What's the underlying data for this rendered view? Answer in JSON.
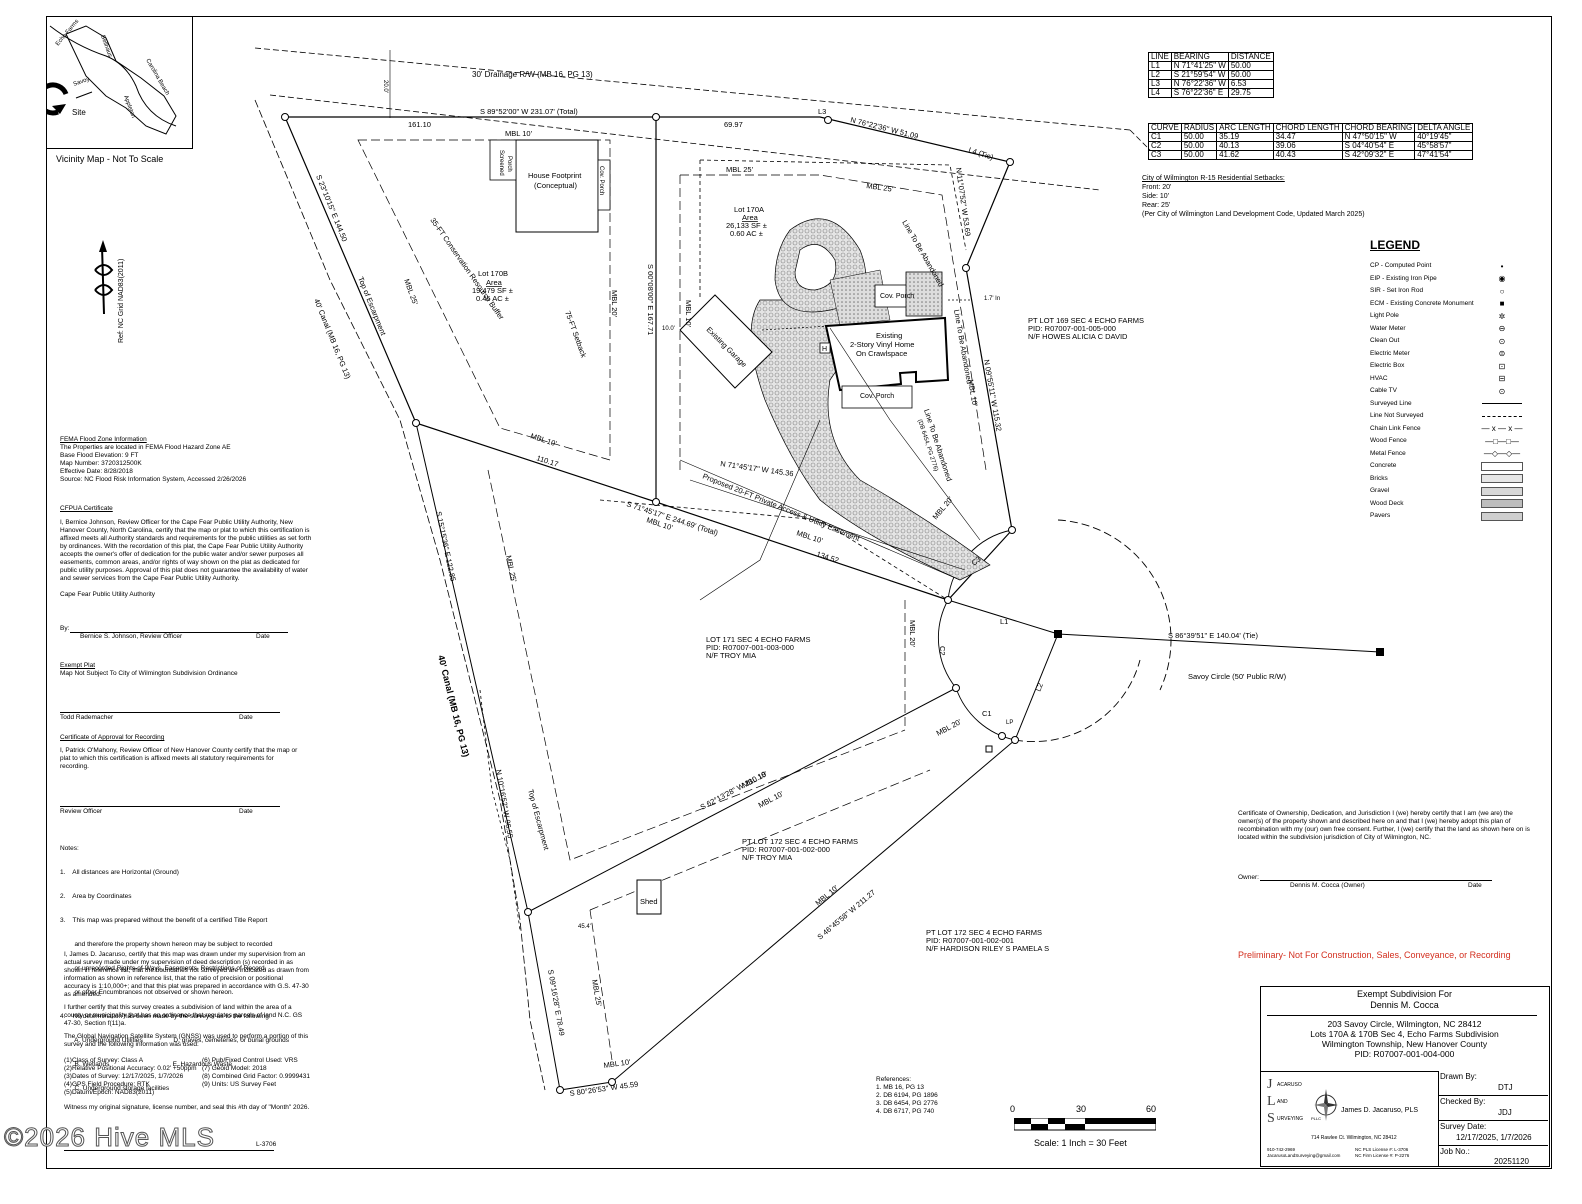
{
  "vicinity_map": {
    "title": "Vicinity Map - Not To Scale",
    "roads": [
      "Echo Farms",
      "Bellhaus",
      "Carolina Beach",
      "Appleton",
      "Savoy"
    ],
    "site_label": "Site"
  },
  "north_arrow_label": "Ref: NC Grid NAD83(2011)",
  "line_table": {
    "headers": [
      "LINE",
      "BEARING",
      "DISTANCE"
    ],
    "rows": [
      [
        "L1",
        "N 71°41'25\" W",
        "50.00"
      ],
      [
        "L2",
        "S 21°59'54\" W",
        "50.00"
      ],
      [
        "L3",
        "N 76°22'36\" W",
        "6.53"
      ],
      [
        "L4",
        "S 76°22'36\" E",
        "29.75"
      ]
    ]
  },
  "curve_table": {
    "headers": [
      "CURVE",
      "RADIUS",
      "ARC LENGTH",
      "CHORD LENGTH",
      "CHORD BEARING",
      "DELTA ANGLE"
    ],
    "rows": [
      [
        "C1",
        "50.00",
        "35.19",
        "34.47",
        "N 47°50'15\" W",
        "40°19'45\""
      ],
      [
        "C2",
        "50.00",
        "40.13",
        "39.06",
        "S 04°40'54\" E",
        "45°58'57\""
      ],
      [
        "C3",
        "50.00",
        "41.62",
        "40.43",
        "S 42°09'32\" E",
        "47°41'54\""
      ]
    ]
  },
  "setbacks": {
    "title": "City of Wilmington R-15 Residential Setbacks:",
    "lines": [
      "Front: 20'",
      "Side: 10'",
      "Rear: 25'",
      "(Per City of Wilmington Land Development Code, Updated March 2025)"
    ]
  },
  "legend": {
    "title": "LEGEND",
    "items": [
      {
        "label": "CP - Computed Point",
        "symbol": "•"
      },
      {
        "label": "EIP - Existing Iron Pipe",
        "symbol": "◉"
      },
      {
        "label": "SIR - Set Iron Rod",
        "symbol": "○"
      },
      {
        "label": "ECM - Existing Concrete Monument",
        "symbol": "■"
      },
      {
        "label": "Light Pole",
        "symbol": "✲"
      },
      {
        "label": "Water Meter",
        "symbol": "⊖"
      },
      {
        "label": "Clean Out",
        "symbol": "⊙"
      },
      {
        "label": "Electric Meter",
        "symbol": "⊜"
      },
      {
        "label": "Electric Box",
        "symbol": "⊡"
      },
      {
        "label": "HVAC",
        "symbol": "⊟"
      },
      {
        "label": "Cable TV",
        "symbol": "⊙"
      },
      {
        "label": "Surveyed Line",
        "symbol": "line"
      },
      {
        "label": "Line Not Surveyed",
        "symbol": "dash"
      },
      {
        "label": "Chain Link Fence",
        "symbol": "— x — x —"
      },
      {
        "label": "Wood Fence",
        "symbol": "—□—□—"
      },
      {
        "label": "Metal Fence",
        "symbol": "—◇—◇—"
      },
      {
        "label": "Concrete",
        "symbol": "swatch"
      },
      {
        "label": "Bricks",
        "symbol": "swatch"
      },
      {
        "label": "Gravel",
        "symbol": "swatch"
      },
      {
        "label": "Wood Deck",
        "symbol": "swatch"
      },
      {
        "label": "Pavers",
        "symbol": "swatch"
      }
    ]
  },
  "fema": {
    "title": "FEMA Flood Zone Information",
    "lines": [
      "The Properties are located in FEMA Flood Hazard Zone AE",
      "Base Flood Elevation: 9 FT",
      "Map Number: 3720312500K",
      "Effective Date: 8/28/2018",
      "Source: NC Flood Risk Information System, Accessed 2/26/2026"
    ]
  },
  "cfpua": {
    "title": "CFPUA Certificate",
    "body": "I, Bernice Johnson, Review Officer for the Cape Fear Public Utility Authority, New Hanover County, North Carolina, certify that the map or plat to which this certification is affixed meets all Authority standards and requirements for the public utilities as set forth by ordinances. With the recordation of this plat, the Cape Fear Public Utility Authority accepts the owner's offer of dedication for the public water and/or sewer purposes all easements, common areas, and/or rights of way shown on the plat as dedicated for public utility purposes. Approval of this plat does not guarantee the availability of water and sewer services from the Cape Fear Public Utility Authority.",
    "org": "Cape Fear Public Utility Authority",
    "by_label": "By:",
    "signer": "Bernice S. Johnson, Review Officer",
    "date_label": "Date"
  },
  "exempt_plat": {
    "title": "Exempt Plat",
    "body": "Map Not Subject To City of Wilmington Subdivision Ordinance",
    "signer": "Todd Rademacher",
    "date_label": "Date"
  },
  "recording_cert": {
    "title": "Certificate of Approval for Recording",
    "body": "I, Patrick O'Mahony, Review Officer of New Hanover County certify that the map or plat to which this certification is affixed meets all statutory requirements for recording.",
    "signer": "Review Officer",
    "date_label": "Date"
  },
  "notes": {
    "title": "Notes:",
    "lines": [
      "1.    All distances are Horizontal (Ground)",
      "2.    Area by Coordinates",
      "3.    This map was prepared without the benefit of a certified Title Report",
      "        and therefore the property shown hereon may be subject to recorded",
      "        or unrecorded Rights-of-Ways, Easements, Restrictions of Record,",
      "        or other Encumbrances not observed or shown hereon.",
      "4.    No determination has been made by the surveyor as to the following:",
      "        A. Underground Utilities                 D. graves, cemeteries, or burial grounds",
      "        B. Wetlands                                   E. Hazardous Waste",
      "        C. Underground storage facilities"
    ]
  },
  "surveyor_cert": {
    "p1": "I, James D. Jacaruso, certify that this map was drawn under my supervision from an actual survey made under my supervision of deed description (s) recorded in as shown in reference list, that the boundaries not surveyed are indicated as drawn from information as shown in reference list, that the ratio of precision or positional accuracy is 1:10,000+; and that this plat was prepared in accordance with G.S. 47-30 as amended.",
    "p2": "I further certify that this survey creates a subdivision of land within the area of a county or municipality that has an ordinance that regulates parcels of land N.C. GS 47-30, Section f(11)a.",
    "p3": "The Global Navigation Satellite System (GNSS) was used to perform a portion of this survey and the following information was used:",
    "gnss_left": [
      "(1)Class of Survey: Class A",
      "(2)Relative Positional Accuracy: 0.02' +50ppm",
      "(3)Dates of Survey: 12/17/2025, 1/7/2026",
      "(4)GPS Field Procedure: RTK",
      "(5)Datum/Epoch: NAD83(2011)"
    ],
    "gnss_right": [
      "(6) Pub/Fixed Control Used: VRS",
      "(7) Geoid Model: 2018",
      "(8) Combined Grid Factor: 0.9999431",
      "(9) Units: US Survey Feet"
    ],
    "witness": "Witness my original signature, license number, and seal this #th day of \"Month\" 2026.",
    "license_tail": "L-3706"
  },
  "references": {
    "title": "References:",
    "lines": [
      "1.     MB 16, PG 13",
      "2.     DB 6194, PG 1896",
      "3.     DB 6454, PG 2776",
      "4.     DB 6717, PG 740"
    ]
  },
  "scale_bar": {
    "ticks": [
      "0",
      "30",
      "60"
    ],
    "label": "Scale: 1 Inch = 30 Feet"
  },
  "owner_cert": {
    "body": "Certificate of Ownership, Dedication, and Jurisdiction I (we) hereby certify that I am (we are) the owner(s) of the property shown and described here on and that I (we) hereby adopt this plan of recombination with my (our) own free consent. Further, I (we) certify that the land as shown here on is located within the subdivision jurisdiction of City of Wilmington, NC.",
    "owner_label": "Owner:",
    "owner_name": "Dennis M. Cocca (Owner)",
    "date_label": "Date"
  },
  "preliminary_note": "Preliminary- Not For Construction, Sales, Conveyance, or Recording",
  "title_block": {
    "title1": "Exempt Subdivision For",
    "title2": "Dennis M. Cocca",
    "lines": [
      "203 Savoy Circle, Wilmington, NC 28412",
      "Lots 170A & 170B Sec 4, Echo Farms Subdivision",
      "Wilmington Township, New Hanover County",
      "PID: R07007-001-004-000"
    ],
    "company_letters": [
      "J",
      "L",
      "S"
    ],
    "company_words": [
      "ACARUSO",
      "AND",
      "URVEYING"
    ],
    "company_suffix": "PLLC",
    "surveyor": "James D. Jacaruso, PLS",
    "address": "714 Rawlee Ct. Wilmington, NC 28412",
    "phone": "910-742-2969",
    "email": "JacarusoLandSurveying@gmail.com",
    "pls_license": "NC PLS License #: L-3706",
    "firm_license": "NC Firm License #: P-2276",
    "drawn_by_label": "Drawn By:",
    "drawn_by": "DTJ",
    "checked_by_label": "Checked By:",
    "checked_by": "JDJ",
    "survey_date_label": "Survey Date:",
    "survey_date": "12/17/2025, 1/7/2026",
    "job_no_label": "Job No.:",
    "job_no": "20251120"
  },
  "watermark": "©2026 Hive MLS",
  "plan": {
    "drainage_row": "30' Drainage R/W (MB 16, PG 13)",
    "top_bearing": "S 89°52'00\" W  231.07' (Total)",
    "d_161": "161.10",
    "d_6997": "69.97",
    "l3": "L3",
    "n76": "N 76°22'36\" W   51.09",
    "l4": "L4 (Tie)",
    "n1107": "N 11°07'52\" W   53.69",
    "mbl10": "MBL 10'",
    "mbl20": "MBL 20'",
    "mbl25": "MBL 25'",
    "house_fp": "House Footprint",
    "conceptual": "(Conceptual)",
    "screened": "Screened",
    "porch": "Porch",
    "cov_porch": "Cov. Porch",
    "lot170b": "Lot 170B",
    "area": "Area",
    "a170b_sf": "19,479 SF ±",
    "a170b_ac": "0.45 AC ±",
    "lot170a": "Lot 170A",
    "a170a_sf": "26,133 SF ±",
    "a170a_ac": "0.60 AC ±",
    "cons_buffer": "35-FT Conservation Resource Buffer",
    "setback75": "75-FT Setback",
    "s0008": "S 00°08'00\" E  167.71",
    "existing_garage": "Existing Garage",
    "home1": "Existing",
    "home2": "2-Story Vinyl Home",
    "home3": "On Crawlspace",
    "line_abandoned": "Line To Be Abandoned",
    "pt169_1": "PT LOT 169 SEC 4 ECHO FARMS",
    "pt169_2": "PID: R07007-001-005-000",
    "pt169_3": "N/F HOWES ALICIA C DAVID",
    "n0955": "N 09°55'11\" W   115.32",
    "d17": "1.7' In",
    "db_ref": "(DB 6454, PG 2776)",
    "n7145": "N 71°45'17\" W   145.36",
    "easement": "Proposed 20-FT Private Access & Utility Easement",
    "s7145": "S 71°45'17\" E   244.69' (Total)",
    "d11017": "110.17",
    "d13452": "134.52",
    "s2310": "S 23°10'15\" E   144.50",
    "top_escarp": "Top of Escarpment",
    "canal": "40' Canal (MB 16, PG 13)",
    "s1515": "S 15°15'36\" E   122.85",
    "n1016": "N 10°16'52\" W   96.55",
    "s0916": "S 09°16'28\" E   78.49",
    "s8026": "S 80°26'53\" W   45.59",
    "lot171_1": "LOT 171 SEC 4 ECHO FARMS",
    "lot171_2": "PID: R07007-001-003-000",
    "lot171_3": "N/F TROY MIA",
    "s8639": "S 86°39'51\" E   140.04' (Tie)",
    "savoy": "Savoy Circle (50' Public R/W)",
    "l1": "L1",
    "l2": "L2",
    "c1": "C1",
    "c2": "C2",
    "c3": "C3",
    "s6213": "S 62°13'28\" W   210.19",
    "pt172a_1": "PT LOT 172 SEC 4 ECHO FARMS",
    "pt172a_2": "PID: R07007-001-002-000",
    "pt172a_3": "N/F TROY MIA",
    "s4645": "S 46°45'58\" W   211.27",
    "pt172b_1": "PT LOT 172 SEC 4 ECHO FARMS",
    "pt172b_2": "PID: R07007-001-002-001",
    "pt172b_3": "N/F HARDISON RILEY S PAMELA S",
    "shed": "Shed",
    "d100": "10.0'",
    "d454": "45.4'",
    "d200": "20.0'",
    "lp": "LP",
    "h": "H"
  },
  "colors": {
    "line": "#000000",
    "red_note": "#d32f1f",
    "paver": "#cfcfcf"
  }
}
